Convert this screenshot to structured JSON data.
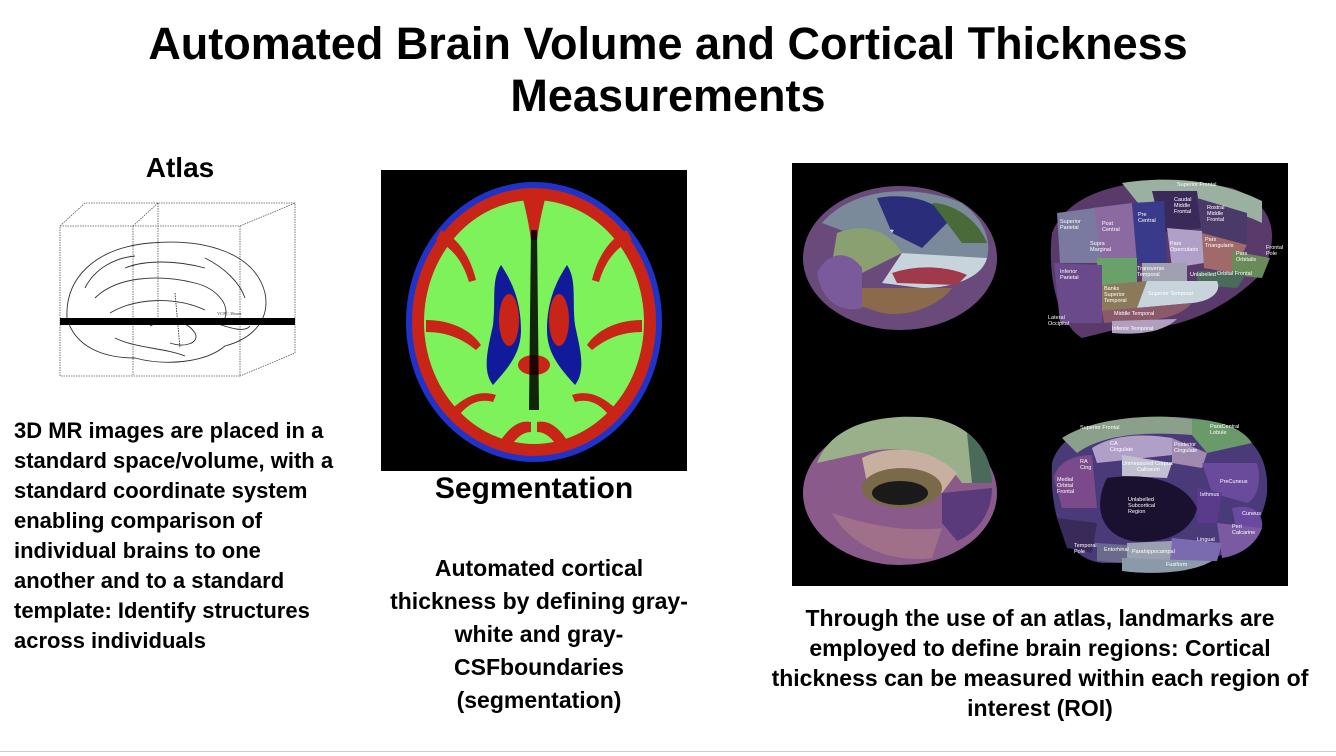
{
  "slide": {
    "title_line1": "Automated Brain Volume and Cortical Thickness",
    "title_line2": "Measurements"
  },
  "atlas": {
    "heading": "Atlas",
    "figure_label": "VCPC 30mm",
    "description": "3D MR images are placed in a standard space/volume, with a standard coordinate system enabling comparison of individual brains to one another and to a standard template: Identify structures across individuals"
  },
  "segmentation": {
    "heading": "Segmentation",
    "description": "Automated cortical thickness by defining gray-white and gray-CSFboundaries (segmentation)"
  },
  "parcellation": {
    "lateral_labels": [
      "Superior Frontal",
      "Caudal Middle Frontal",
      "Rostral Middle Frontal",
      "Superior Parietal",
      "Post Central",
      "Pre Central",
      "Pars Opercularis",
      "Pars Triangularis",
      "Pars Orbitalis",
      "Frontal Pole",
      "Supra Marginal",
      "Transverse Temporal",
      "Unlabelled",
      "Orbital Frontal",
      "Inferior Parietal",
      "Banks Superior Temporal",
      "Superior Temporal",
      "Middle Temporal",
      "Lateral Occipital",
      "Inferior Temporal"
    ],
    "medial_labels": [
      "Superior Frontal",
      "ParaCentral Lobule",
      "CA Cingulate",
      "Posterior Cingulate",
      "Unmeasured Corpus Callosum",
      "RA Cing",
      "Medial Orbital Frontal",
      "PreCuneus",
      "Unlabelled Subcortical Region",
      "Isthmus",
      "Cuneus",
      "Peri Calcarine",
      "Lingual",
      "Temporal Pole",
      "Entorhinal",
      "Parahippocampal",
      "Fusiform"
    ],
    "description": "Through the use of an atlas, landmarks are employed to define brain regions: Cortical thickness can be measured within each region of interest (ROI)"
  }
}
